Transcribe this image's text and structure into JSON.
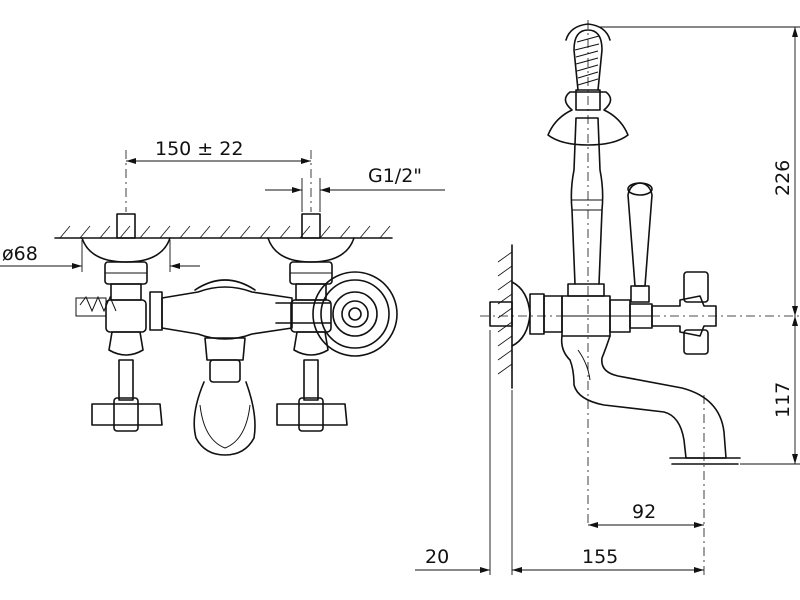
{
  "dimensions": {
    "spacing": "150 ± 22",
    "thread": "G1/2\"",
    "diameter": "ø68",
    "height_top": "226",
    "height_bottom": "117",
    "spout_reach": "92",
    "wall_offset": "20",
    "projection": "155"
  }
}
